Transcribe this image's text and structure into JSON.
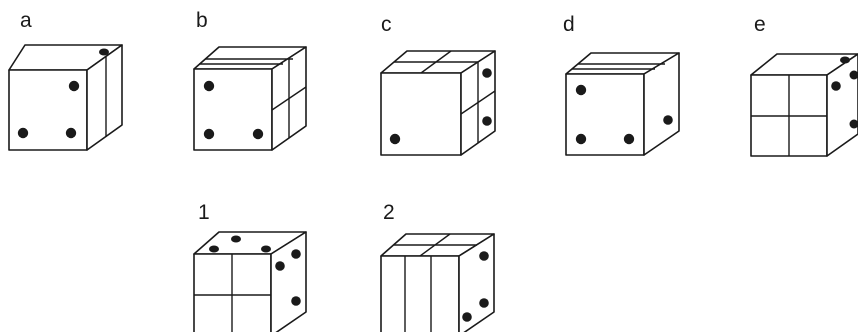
{
  "labels": {
    "a": "a",
    "b": "b",
    "c": "c",
    "d": "d",
    "e": "e",
    "one": "1",
    "two": "2"
  },
  "colors": {
    "ink": "#1a1a1a",
    "background": "#ffffff"
  }
}
